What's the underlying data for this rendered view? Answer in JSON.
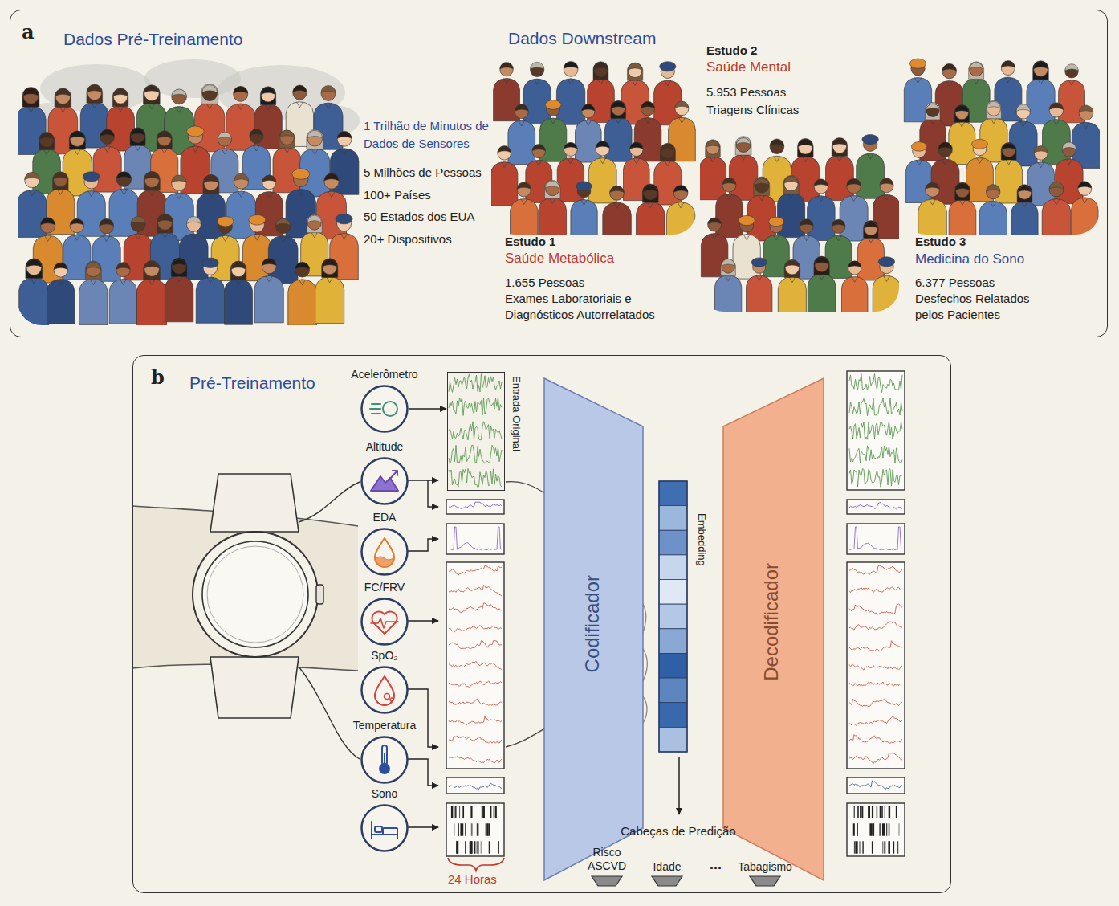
{
  "diagram": {
    "nodes": [
      {
        "text": [
          "a",
          "Dados Pré-Treinamento"
        ]
      },
      {
        "text": [
          "b",
          "Pré-Treinamento"
        ]
      },
      {
        "text": [
          "Acelerômetro"
        ],
        "in": 1
      },
      {
        "text": [
          "Altitude"
        ],
        "in": 1
      },
      {
        "text": [
          "EDA"
        ],
        "in": 1
      },
      {
        "text": [
          "FC/FRV"
        ],
        "in": 1
      },
      {
        "text": [
          "SpO₂"
        ],
        "in": 1
      },
      {
        "text": [
          "Temperatura"
        ],
        "in": 1
      },
      {
        "text": [
          "Sono"
        ],
        "in": 1
      },
      {
        "text": [
          "Entrada Original"
        ],
        "in": 1
      },
      {
        "text": [
          "Codificador"
        ],
        "in": 1
      },
      {
        "text": [
          "Embedding"
        ],
        "in": 1
      },
      {
        "text": [
          "Decodificador"
        ],
        "in": 1
      },
      {
        "text": [
          "Risco ASCVD"
        ],
        "in": 1
      },
      {
        "text": [
          "Idade"
        ],
        "in": 1
      },
      {
        "text": [
          "Tabagismo"
        ],
        "in": 1
      }
    ],
    "edges": [
      {
        "from": 2,
        "to": 9,
        "arrow": "to"
      }
    ],
    "labels": [
      "Dados Downstream",
      "1 Trilhão de Minutos de Dados de Sensores",
      "5 Milhões de Pessoas",
      "100+ Países",
      "50 Estados dos EUA",
      "20+ Dispositivos",
      "Estudo 1",
      "Saúde Metabólica",
      "1.655 Pessoas",
      "Exames Laboratoriais e Diagnósticos Autorrelatados",
      "Estudo 2",
      "Saúde Mental",
      "5.953 Pessoas",
      "Triagens Clínicas",
      "Estudo 3",
      "Medicina do Sono",
      "6.377 Pessoas",
      "Desfechos Relatados pelos Pacientes",
      "Cabeças de Predição",
      "...",
      "24 Horas"
    ]
  }
}
